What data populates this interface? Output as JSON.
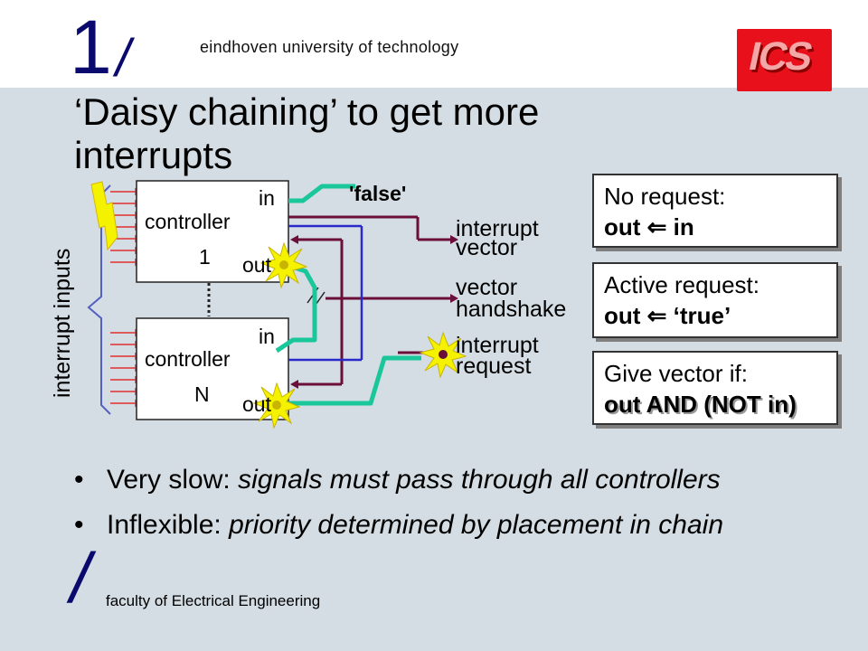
{
  "header": {
    "logo_one": "1",
    "logo_slash": "/",
    "university": "eindhoven university of technology",
    "badge_text": "ICS"
  },
  "title": "‘Daisy chaining’ to get more interrupts",
  "diagram": {
    "controller1_name": "controller",
    "controller1_num": "1",
    "controllerN_name": "controller",
    "controllerN_num": "N",
    "pin_in": "in",
    "pin_out": "out",
    "false_label": "'false'",
    "interrupt_inputs": "interrupt inputs",
    "signal_vector_1": "interrupt",
    "signal_vector_2": "vector",
    "signal_handshake_1": "vector",
    "signal_handshake_2": "handshake",
    "signal_request_1": "interrupt",
    "signal_request_2": "request"
  },
  "callouts": [
    {
      "line1": "No request:",
      "line2": "out ⇐ in"
    },
    {
      "line1": "Active request:",
      "line2": "out ⇐ ‘true’"
    },
    {
      "line1": "Give vector if:",
      "line2": "out AND (NOT in)"
    }
  ],
  "bullets": [
    {
      "lead": "Very slow: ",
      "emph": "signals must pass through all controllers"
    },
    {
      "lead": "Inflexible: ",
      "emph": "priority determined by placement in chain"
    }
  ],
  "footer": {
    "slash": "/",
    "faculty": "faculty of Electrical Engineering"
  },
  "colors": {
    "chain": "#19c79a",
    "vector_bus": "#6b0f3a",
    "handshake": "#2a2acc",
    "input_arrows": "#e03030",
    "lightning": "#f5f200"
  }
}
